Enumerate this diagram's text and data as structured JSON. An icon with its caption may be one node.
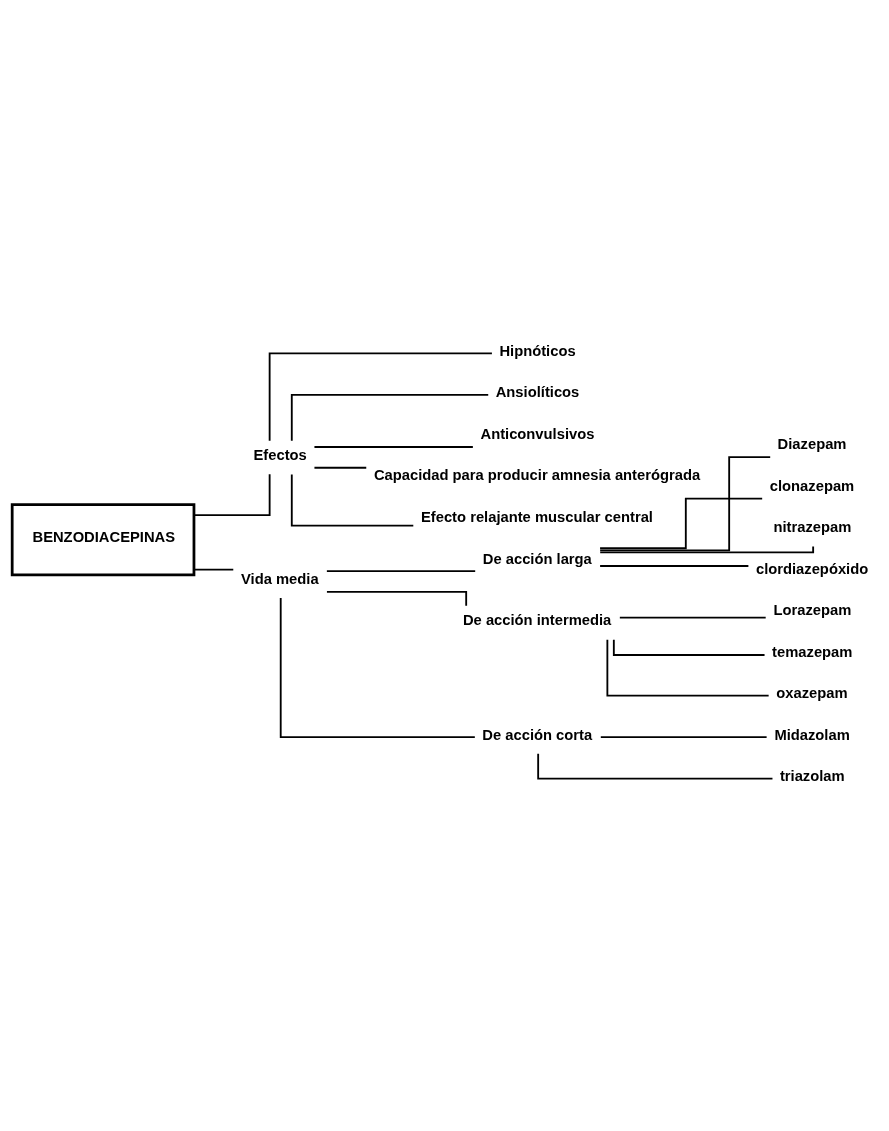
{
  "diagram": {
    "nodes": [
      {
        "text": [
          "BENZODIACEPINAS"
        ]
      },
      {
        "text": [
          "Efectos"
        ]
      },
      {
        "text": [
          "Vida media"
        ]
      },
      {
        "text": [
          "Hipnóticos"
        ]
      },
      {
        "text": [
          "Ansiolíticos"
        ]
      },
      {
        "text": [
          "Anticonvulsivos"
        ]
      },
      {
        "text": [
          "Capacidad para producir amnesia anterógrada"
        ]
      },
      {
        "text": [
          "Efecto relajante muscular central"
        ]
      },
      {
        "text": [
          "De acción larga"
        ]
      },
      {
        "text": [
          "De acción intermedia"
        ]
      },
      {
        "text": [
          "De acción corta"
        ]
      },
      {
        "text": [
          "Diazepam"
        ]
      },
      {
        "text": [
          "clonazepam"
        ]
      },
      {
        "text": [
          "nitrazepam"
        ]
      },
      {
        "text": [
          "clordiazepóxido"
        ]
      },
      {
        "text": [
          "Lorazepam"
        ]
      },
      {
        "text": [
          "temazepam"
        ]
      },
      {
        "text": [
          "oxazepam"
        ]
      },
      {
        "text": [
          "Midazolam"
        ]
      },
      {
        "text": [
          "triazolam"
        ]
      }
    ],
    "edges": [
      {
        "from": 0,
        "to": 1,
        "arrow": "none"
      },
      {
        "from": 0,
        "to": 2,
        "arrow": "none"
      },
      {
        "from": 1,
        "to": 3,
        "arrow": "none"
      },
      {
        "from": 1,
        "to": 4,
        "arrow": "none"
      },
      {
        "from": 1,
        "to": 5,
        "arrow": "none"
      },
      {
        "from": 1,
        "to": 6,
        "arrow": "none"
      },
      {
        "from": 1,
        "to": 7,
        "arrow": "none"
      },
      {
        "from": 2,
        "to": 8,
        "arrow": "none"
      },
      {
        "from": 2,
        "to": 9,
        "arrow": "none"
      },
      {
        "from": 2,
        "to": 10,
        "arrow": "none"
      },
      {
        "from": 8,
        "to": 11,
        "arrow": "none"
      },
      {
        "from": 8,
        "to": 12,
        "arrow": "none"
      },
      {
        "from": 8,
        "to": 13,
        "arrow": "none"
      },
      {
        "from": 8,
        "to": 14,
        "arrow": "none"
      },
      {
        "from": 9,
        "to": 15,
        "arrow": "none"
      },
      {
        "from": 9,
        "to": 16,
        "arrow": "none"
      },
      {
        "from": 9,
        "to": 17,
        "arrow": "none"
      },
      {
        "from": 10,
        "to": 18,
        "arrow": "none"
      },
      {
        "from": 10,
        "to": 19,
        "arrow": "none"
      }
    ]
  }
}
